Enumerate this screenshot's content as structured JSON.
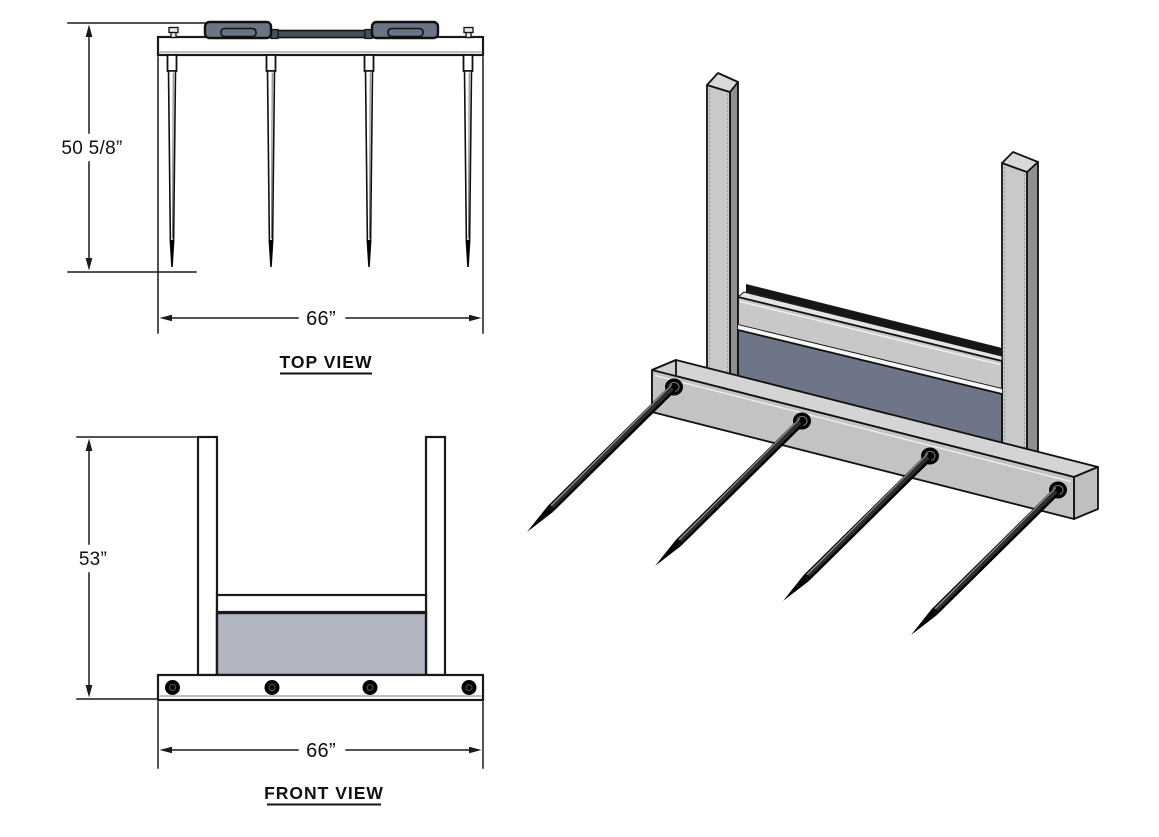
{
  "views": {
    "top": {
      "label": "TOP VIEW",
      "height_dim": "50 5/8”",
      "width_dim": "66”"
    },
    "front": {
      "label": "FRONT VIEW",
      "height_dim": "53”",
      "width_dim": "66”"
    }
  },
  "part_counts": {
    "tines": 4,
    "bolts": 4,
    "mounting_blocks": 2,
    "posts": 2
  },
  "colors": {
    "line": "#1a1a1a",
    "front_panel": "#b2b6c3",
    "iso_panel": "#6d7587",
    "mounting_block": "#6b7484",
    "steel_light": "#d4d4d4",
    "steel_mid": "#c6c6c6",
    "steel_dark": "#8f8f8f",
    "spear": "#2f2f2f"
  }
}
